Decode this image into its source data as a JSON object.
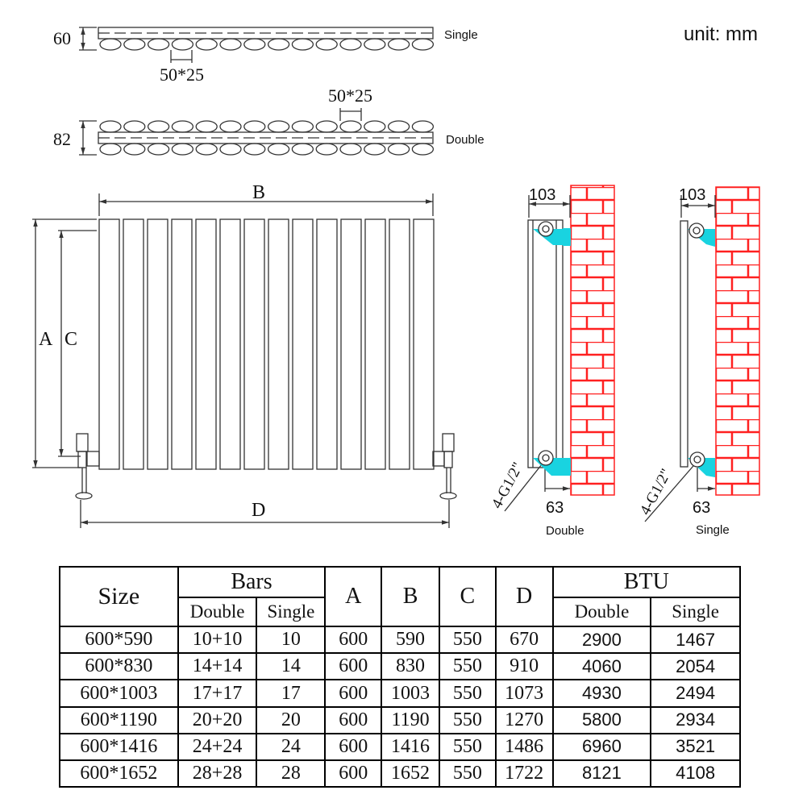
{
  "unit_label": "unit: mm",
  "top_view_single": {
    "thickness": "60",
    "tube": "50*25",
    "label": "Single"
  },
  "top_view_double": {
    "thickness": "82",
    "tube": "50*25",
    "label": "Double"
  },
  "front_view": {
    "dim_b": "B",
    "dim_a": "A",
    "dim_c": "C",
    "dim_d": "D"
  },
  "side_double": {
    "depth": "103",
    "offset": "63",
    "thread": "4-G1/2\"",
    "label": "Double"
  },
  "side_single": {
    "depth": "103",
    "offset": "63",
    "thread": "4-G1/2\"",
    "label": "Single"
  },
  "colors": {
    "wall": "#ff2020",
    "bracket": "#19d3e0",
    "line": "#333333"
  },
  "table": {
    "header": {
      "size": "Size",
      "bars": "Bars",
      "a": "A",
      "b": "B",
      "c": "C",
      "d": "D",
      "btu": "BTU",
      "double": "Double",
      "single": "Single"
    },
    "rows": [
      {
        "size": "600*590",
        "bars_double": "10+10",
        "bars_single": "10",
        "a": "600",
        "b": "590",
        "c": "550",
        "d": "670",
        "btu_double": "2900",
        "btu_single": "1467"
      },
      {
        "size": "600*830",
        "bars_double": "14+14",
        "bars_single": "14",
        "a": "600",
        "b": "830",
        "c": "550",
        "d": "910",
        "btu_double": "4060",
        "btu_single": "2054"
      },
      {
        "size": "600*1003",
        "bars_double": "17+17",
        "bars_single": "17",
        "a": "600",
        "b": "1003",
        "c": "550",
        "d": "1073",
        "btu_double": "4930",
        "btu_single": "2494"
      },
      {
        "size": "600*1190",
        "bars_double": "20+20",
        "bars_single": "20",
        "a": "600",
        "b": "1190",
        "c": "550",
        "d": "1270",
        "btu_double": "5800",
        "btu_single": "2934"
      },
      {
        "size": "600*1416",
        "bars_double": "24+24",
        "bars_single": "24",
        "a": "600",
        "b": "1416",
        "c": "550",
        "d": "1486",
        "btu_double": "6960",
        "btu_single": "3521"
      },
      {
        "size": "600*1652",
        "bars_double": "28+28",
        "bars_single": "28",
        "a": "600",
        "b": "1652",
        "c": "550",
        "d": "1722",
        "btu_double": "8121",
        "btu_single": "4108"
      }
    ]
  }
}
